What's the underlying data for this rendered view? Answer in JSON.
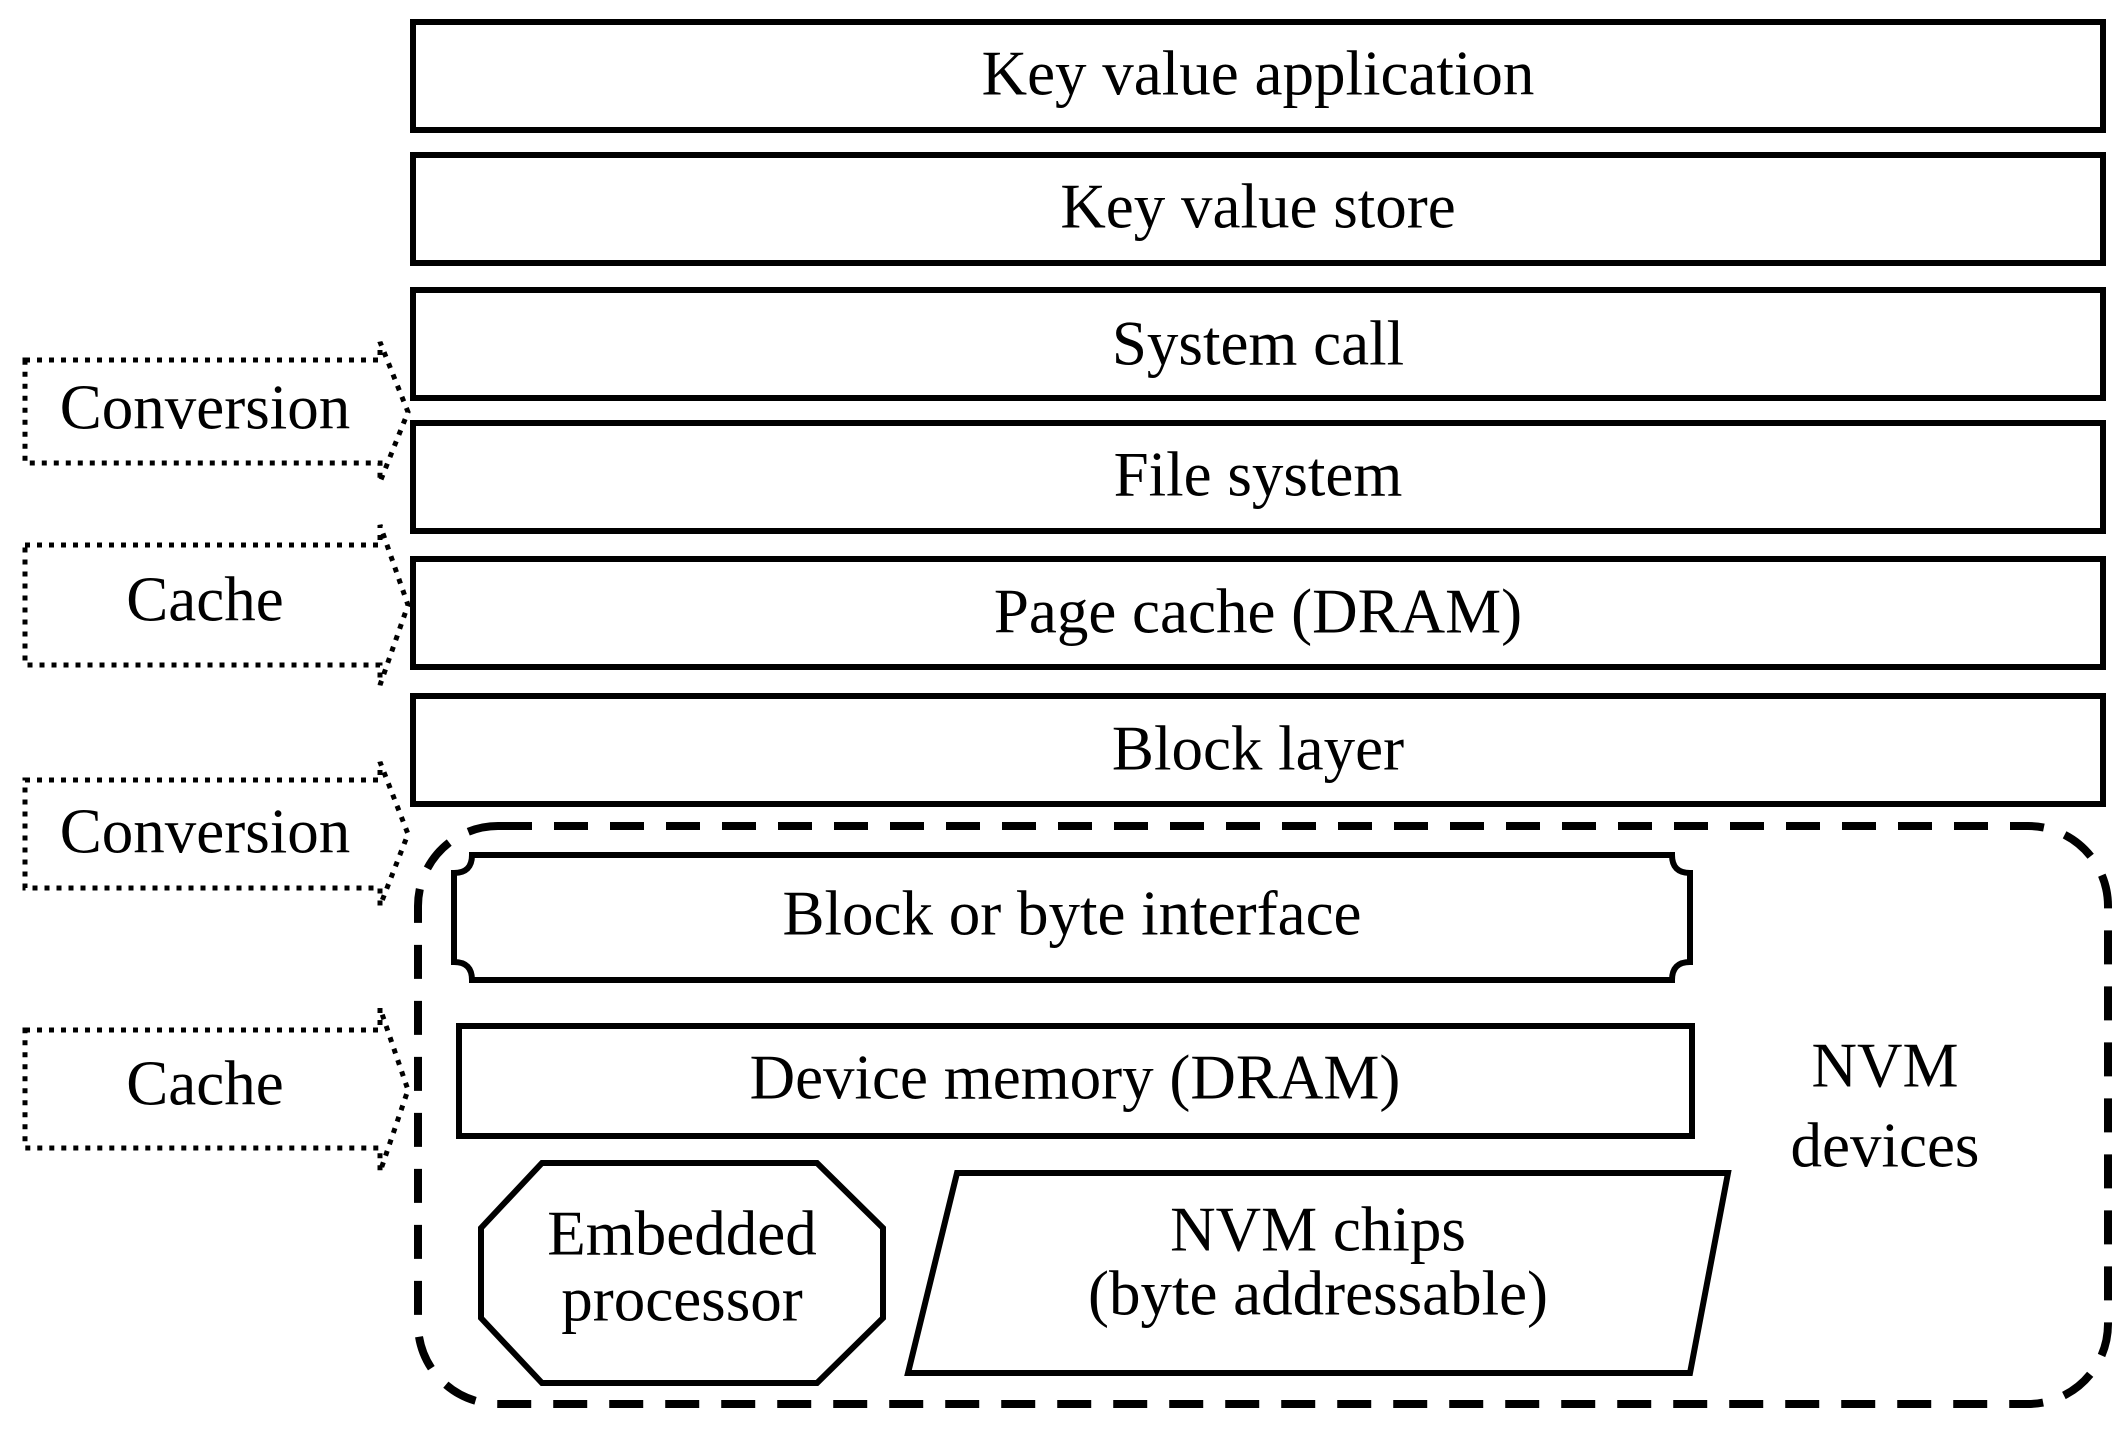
{
  "stack": {
    "layers": [
      {
        "label": "Key value application"
      },
      {
        "label": "Key value store"
      },
      {
        "label": "System call"
      },
      {
        "label": "File system"
      },
      {
        "label": "Page cache (DRAM)"
      },
      {
        "label": "Block layer"
      }
    ]
  },
  "side_labels": {
    "conversion_1": "Conversion",
    "cache_1": "Cache",
    "conversion_2": "Conversion",
    "cache_2": "Cache"
  },
  "device": {
    "interface": "Block or byte interface",
    "device_memory": "Device memory (DRAM)",
    "processor_line1": "Embedded",
    "processor_line2": "processor",
    "chips_line1": "NVM chips",
    "chips_line2": "(byte addressable)",
    "group_line1": "NVM",
    "group_line2": "devices"
  }
}
